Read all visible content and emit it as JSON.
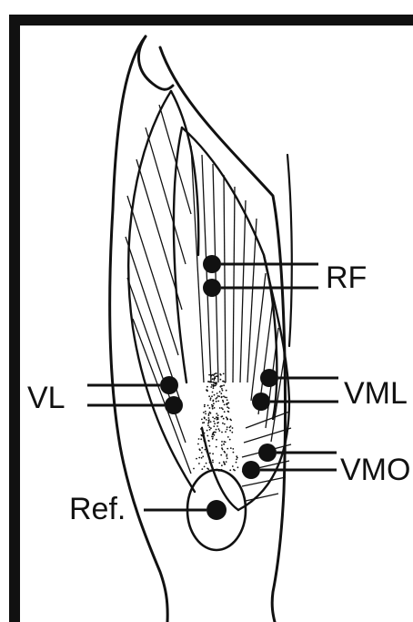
{
  "labels": {
    "rf": "RF",
    "vl": "VL",
    "vml": "VML",
    "vmo": "VMO",
    "ref": "Ref."
  },
  "colors": {
    "ink": "#111111",
    "background": "#ffffff"
  }
}
